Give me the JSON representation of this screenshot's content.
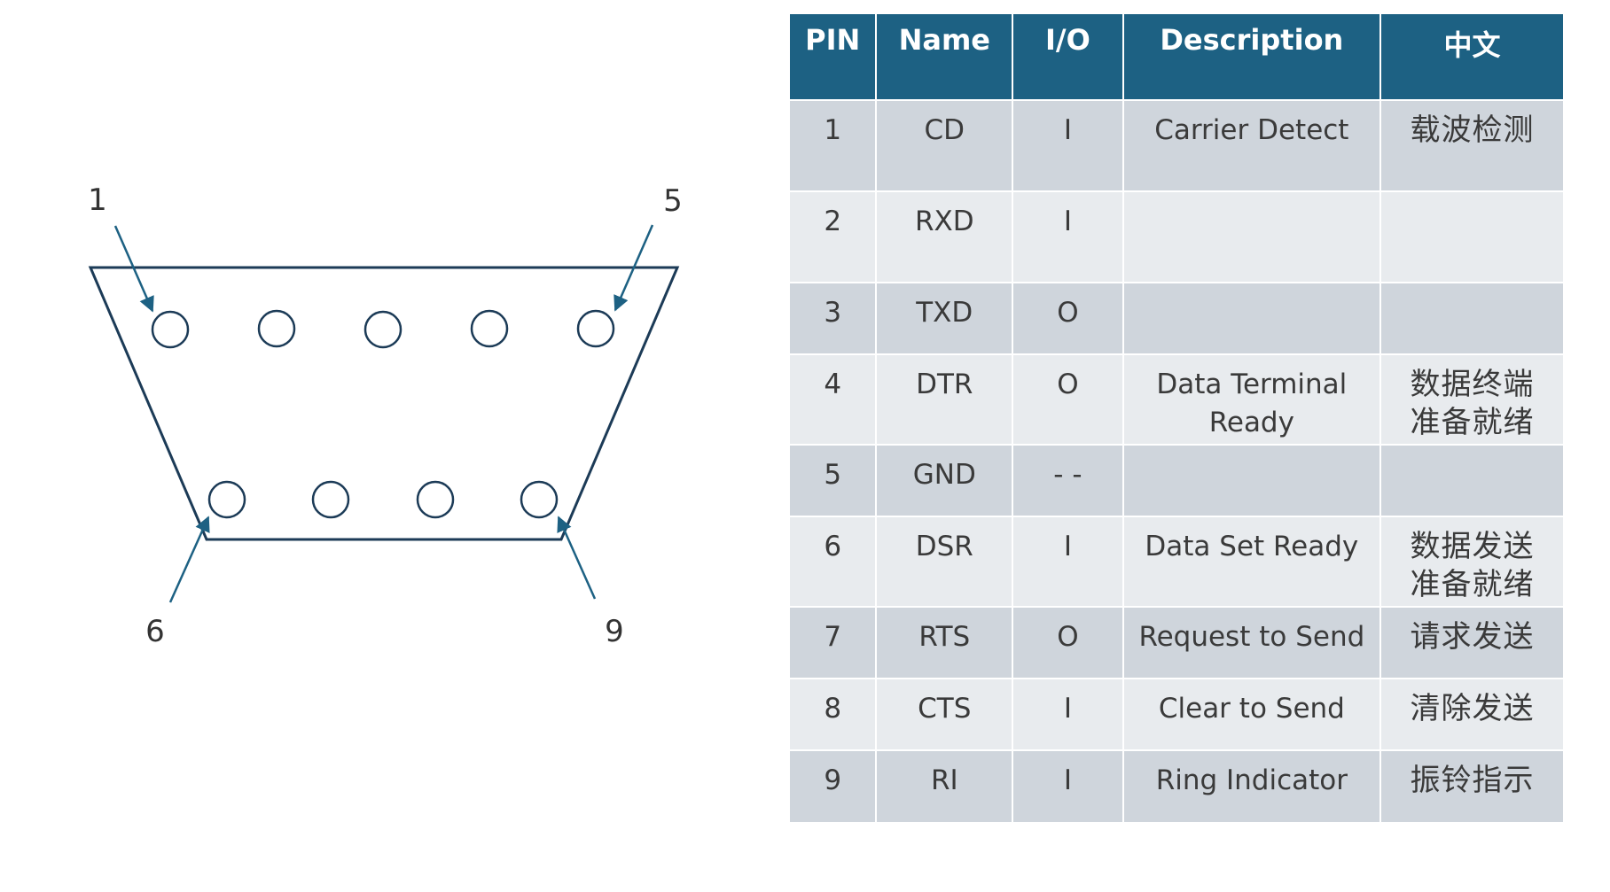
{
  "diagram": {
    "pin_callouts": {
      "top_left": "1",
      "top_right": "5",
      "bottom_left": "6",
      "bottom_right": "9"
    },
    "outline_color": "#1c3b57",
    "arrow_color": "#1d6183"
  },
  "table": {
    "headers": {
      "pin": "PIN",
      "name": "Name",
      "io": "I/O",
      "description": "Description",
      "chinese": "中文"
    },
    "header_color": "#1d6183",
    "row_colors": [
      "#cfd5dc",
      "#e8ebee"
    ],
    "rows": [
      {
        "pin": "1",
        "name": "CD",
        "io": "I",
        "desc": [
          "Carrier Detect"
        ],
        "cn": [
          "载波检测"
        ]
      },
      {
        "pin": "2",
        "name": "RXD",
        "io": "I",
        "desc": [],
        "cn": []
      },
      {
        "pin": "3",
        "name": "TXD",
        "io": "O",
        "desc": [],
        "cn": []
      },
      {
        "pin": "4",
        "name": "DTR",
        "io": "O",
        "desc": [
          "Data Terminal",
          "Ready"
        ],
        "cn": [
          "数据终端",
          "准备就绪"
        ]
      },
      {
        "pin": "5",
        "name": "GND",
        "io": "- -",
        "desc": [],
        "cn": []
      },
      {
        "pin": "6",
        "name": "DSR",
        "io": "I",
        "desc": [
          "Data Set Ready"
        ],
        "cn": [
          "数据发送",
          "准备就绪"
        ]
      },
      {
        "pin": "7",
        "name": "RTS",
        "io": "O",
        "desc": [
          "Request to Send"
        ],
        "cn": [
          "请求发送"
        ]
      },
      {
        "pin": "8",
        "name": "CTS",
        "io": "I",
        "desc": [
          "Clear to Send"
        ],
        "cn": [
          "清除发送"
        ]
      },
      {
        "pin": "9",
        "name": "RI",
        "io": "I",
        "desc": [
          "Ring Indicator"
        ],
        "cn": [
          "振铃指示"
        ]
      }
    ]
  }
}
